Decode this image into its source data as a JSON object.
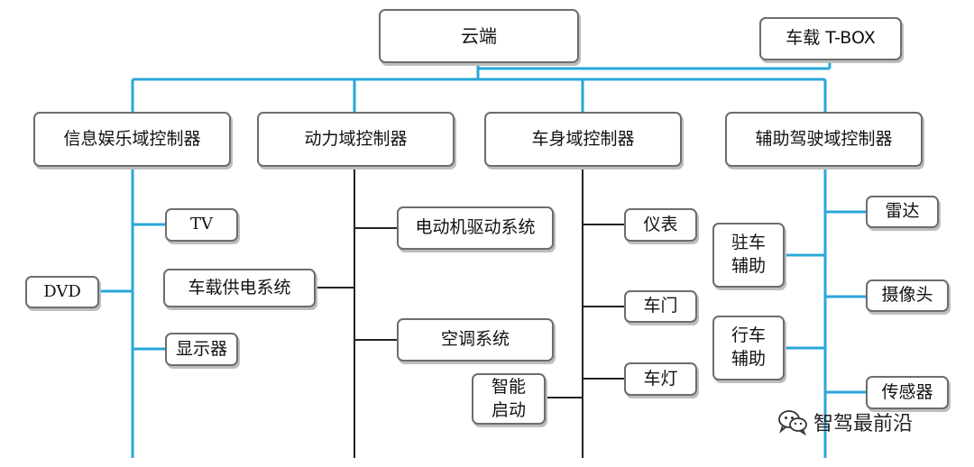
{
  "colors": {
    "blue_line": "#2aa7d8",
    "black_line": "#222222",
    "box_border": "#6d6d6d"
  },
  "nodes": {
    "cloud": "云端",
    "tbox": "车载 T-BOX",
    "infotainment": "信息娱乐域控制器",
    "powertrain": "动力域控制器",
    "body": "车身域控制器",
    "adas": "辅助驾驶域控制器",
    "tv": "TV",
    "dvd": "DVD",
    "display": "显示器",
    "motor_drive": "电动机驱动系统",
    "power_supply": "车载供电系统",
    "ac": "空调系统",
    "smart_start": "智能\n启动",
    "meter": "仪表",
    "door": "车门",
    "lamp": "车灯",
    "radar": "雷达",
    "parking_assist": "驻车\n辅助",
    "camera": "摄像头",
    "driving_assist": "行车\n辅助",
    "sensor": "传感器"
  },
  "watermark": {
    "text": "智驾最前沿",
    "icon": "wechat-icon"
  }
}
